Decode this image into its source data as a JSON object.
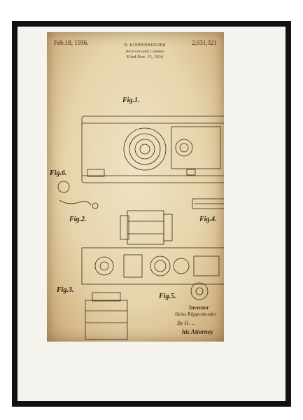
{
  "patent": {
    "date": "Feb.18, 1936.",
    "number": "2,031,321",
    "inventor_header": "H. KÜPPENBENDER",
    "subject": "PHOTOGRAPHIC CAMERA",
    "filed": "Filed Nov. 15, 1934"
  },
  "figures": {
    "fig1": "Fig.1.",
    "fig2": "Fig.2.",
    "fig3": "Fig.3.",
    "fig4": "Fig.4.",
    "fig5": "Fig.5.",
    "fig6": "Fig.6."
  },
  "signature": {
    "label": "Inventor",
    "name": "Heinz Küppenbender",
    "by": "By H. ...",
    "attorney": "his Attorney"
  },
  "colors": {
    "frame": "#111111",
    "mat": "#f5f3ee",
    "paper": "#e6d4ab",
    "ink": "#3a2a18"
  }
}
